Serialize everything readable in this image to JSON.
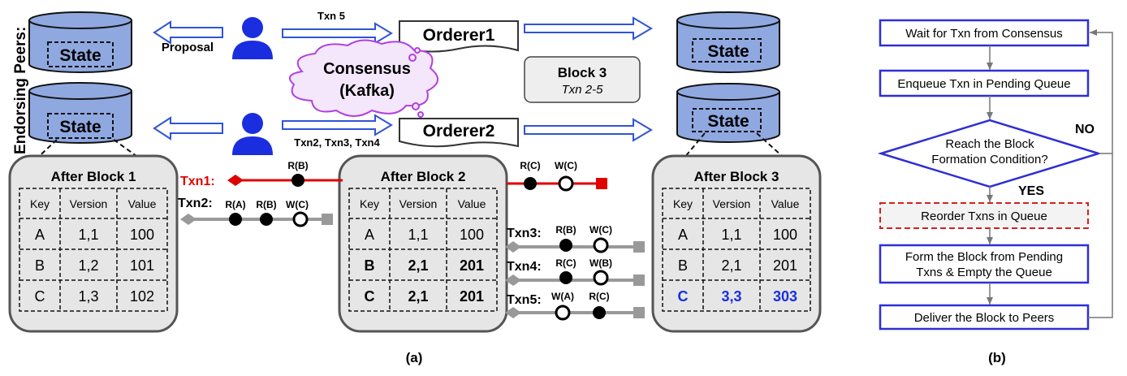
{
  "left_panel": {
    "side_label": "Endorsing Peers:",
    "state_label": "State",
    "proposal_label": "Proposal",
    "txn5_label": "Txn 5",
    "txn234_label": "Txn2, Txn3, Txn4",
    "orderer1": "Orderer1",
    "orderer2": "Orderer2",
    "consensus_line1": "Consensus",
    "consensus_line2": "(Kafka)",
    "block_title": "Block 3",
    "block_sub": "Txn 2-5",
    "caption": "(a)",
    "tables": [
      {
        "title": "After Block 1",
        "headers": [
          "Key",
          "Version",
          "Value"
        ],
        "rows": [
          [
            "A",
            "1,1",
            "100"
          ],
          [
            "B",
            "1,2",
            "101"
          ],
          [
            "C",
            "1,3",
            "102"
          ]
        ],
        "highlight": []
      },
      {
        "title": "After Block 2",
        "headers": [
          "Key",
          "Version",
          "Value"
        ],
        "rows": [
          [
            "A",
            "1,1",
            "100"
          ],
          [
            "B",
            "2,1",
            "201"
          ],
          [
            "C",
            "2,1",
            "201"
          ]
        ],
        "highlight": []
      },
      {
        "title": "After Block 3",
        "headers": [
          "Key",
          "Version",
          "Value"
        ],
        "rows": [
          [
            "A",
            "1,1",
            "100"
          ],
          [
            "B",
            "2,1",
            "201"
          ],
          [
            "C",
            "3,3",
            "303"
          ]
        ],
        "highlight": []
      }
    ],
    "txns": {
      "txn1": {
        "label": "Txn1:",
        "op1": "R(B)",
        "op2": "R(C)",
        "op3": "W(C)"
      },
      "txn2": {
        "label": "Txn2:",
        "op1": "R(A)",
        "op2": "R(B)",
        "op3": "W(C)"
      },
      "txn3": {
        "label": "Txn3:",
        "op1": "R(B)",
        "op2": "W(C)"
      },
      "txn4": {
        "label": "Txn4:",
        "op1": "R(C)",
        "op2": "W(B)"
      },
      "txn5": {
        "label": "Txn5:",
        "op1": "W(A)",
        "op2": "R(C)"
      }
    }
  },
  "flowchart": {
    "steps": [
      "Wait for Txn from Consensus",
      "Enqueue Txn in Pending Queue",
      "Reach the Block",
      "Formation Condition?",
      "Reorder Txns in Queue",
      "Form the Block from Pending",
      "Txns & Empty the Queue",
      "Deliver the Block to Peers"
    ],
    "no_label": "NO",
    "yes_label": "YES",
    "caption": "(b)"
  },
  "colors": {
    "state_fill": "#8fa8e0",
    "arrow_blue": "#2f55d4",
    "txn1_red": "#e00000",
    "cloud_purple": "#b040e0",
    "highlight_blue": "#1a2ee0"
  }
}
